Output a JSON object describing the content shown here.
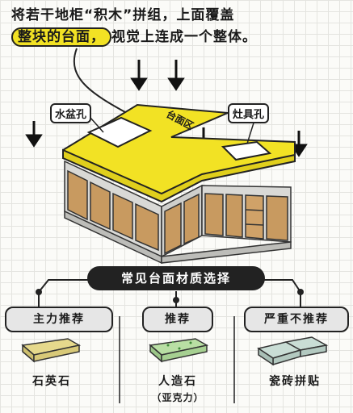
{
  "headline": {
    "line1": "将若干地柜“积木”拼组，上面覆盖",
    "highlight": "整块的台面，",
    "line2_rest": "视觉上连成一个整体。"
  },
  "diagram": {
    "sink_label": "水盆孔",
    "stove_label": "灶具孔",
    "counter_label": "台面区",
    "arrow_count": 5
  },
  "section_title": "常见台面材质选择",
  "categories": [
    {
      "label": "主力推荐",
      "material": "石英石",
      "note": "",
      "color": "#e6d98c"
    },
    {
      "label": "推荐",
      "material": "人造石",
      "note": "（亚克力）",
      "color": "#b9dfa4"
    },
    {
      "label": "严重不推荐",
      "material": "瓷砖拼贴",
      "note": "",
      "color": "#c9ddd5"
    }
  ],
  "colors": {
    "countertop": "#f2e224",
    "cabinet_wood": "#c89a60",
    "cabinet_gray": "#d9d9d6"
  }
}
